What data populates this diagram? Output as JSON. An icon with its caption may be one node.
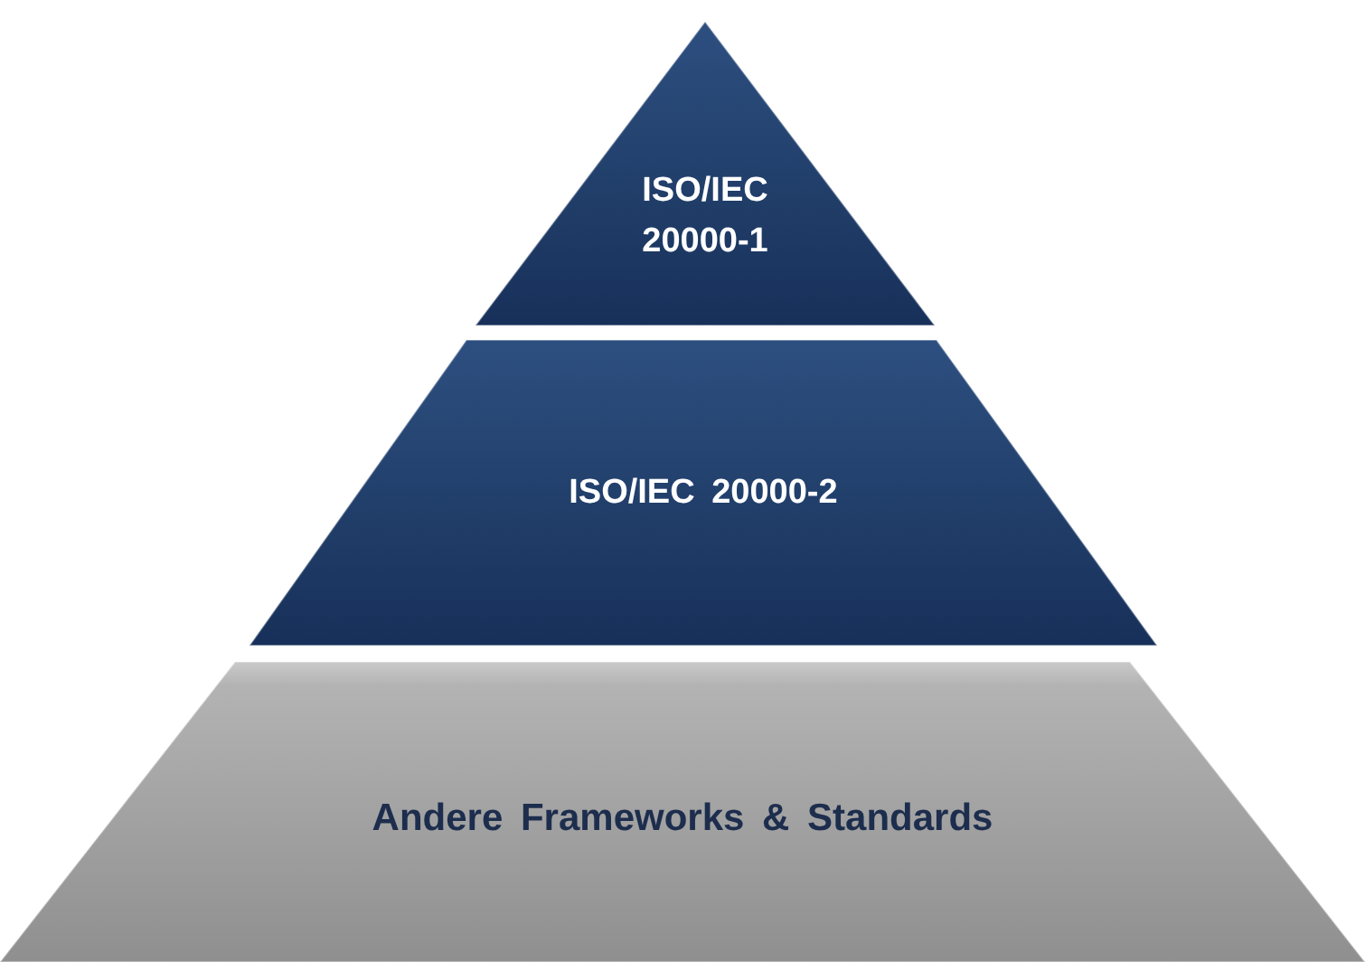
{
  "diagram": {
    "nodes": [
      {
        "text": [
          "ISO/IEC 20000-1"
        ]
      },
      {
        "text": [
          "ISO/IEC 20000-2"
        ]
      },
      {
        "text": [
          "Andere Frameworks & Standards"
        ]
      }
    ]
  }
}
